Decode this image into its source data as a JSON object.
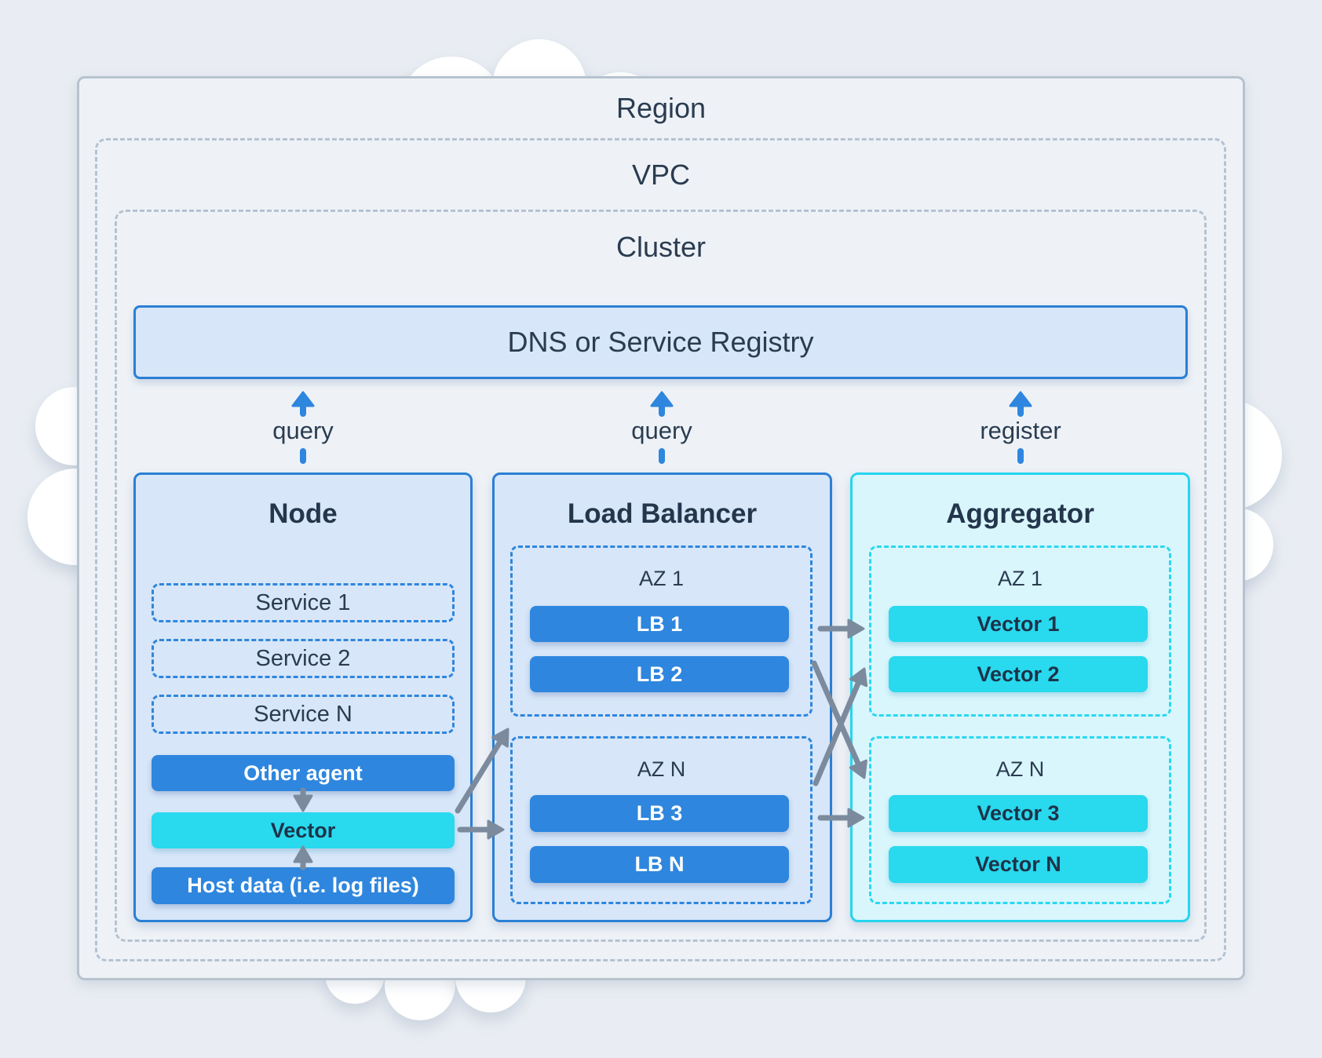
{
  "diagram": {
    "region_label": "Region",
    "vpc_label": "VPC",
    "cluster_label": "Cluster",
    "dns_label": "DNS or Service Registry",
    "arrow_labels": {
      "node": "query",
      "load_balancer": "query",
      "aggregator": "register"
    },
    "node": {
      "title": "Node",
      "services": [
        "Service 1",
        "Service 2",
        "Service N"
      ],
      "other_agent": "Other agent",
      "vector": "Vector",
      "host_data": "Host data (i.e. log files)"
    },
    "load_balancer": {
      "title": "Load Balancer",
      "zones": [
        {
          "label": "AZ 1",
          "items": [
            "LB 1",
            "LB 2"
          ]
        },
        {
          "label": "AZ N",
          "items": [
            "LB 3",
            "LB N"
          ]
        }
      ]
    },
    "aggregator": {
      "title": "Aggregator",
      "zones": [
        {
          "label": "AZ 1",
          "items": [
            "Vector 1",
            "Vector 2"
          ]
        },
        {
          "label": "AZ N",
          "items": [
            "Vector 3",
            "Vector N"
          ]
        }
      ]
    },
    "colors": {
      "blue": "#2e86de",
      "blue_border": "#2b7fd4",
      "light_blue_fill": "#d7e6f8",
      "cyan": "#29d9ee",
      "light_cyan_fill": "#d9f6fd",
      "gray_arrow": "#7b8b9d",
      "dashed_gray": "#b5c2d0",
      "text_dark": "#2b3c50",
      "cloud_white": "#ffffff",
      "page_bg": "#e9edf3",
      "region_bg": "#eef2f7"
    }
  }
}
